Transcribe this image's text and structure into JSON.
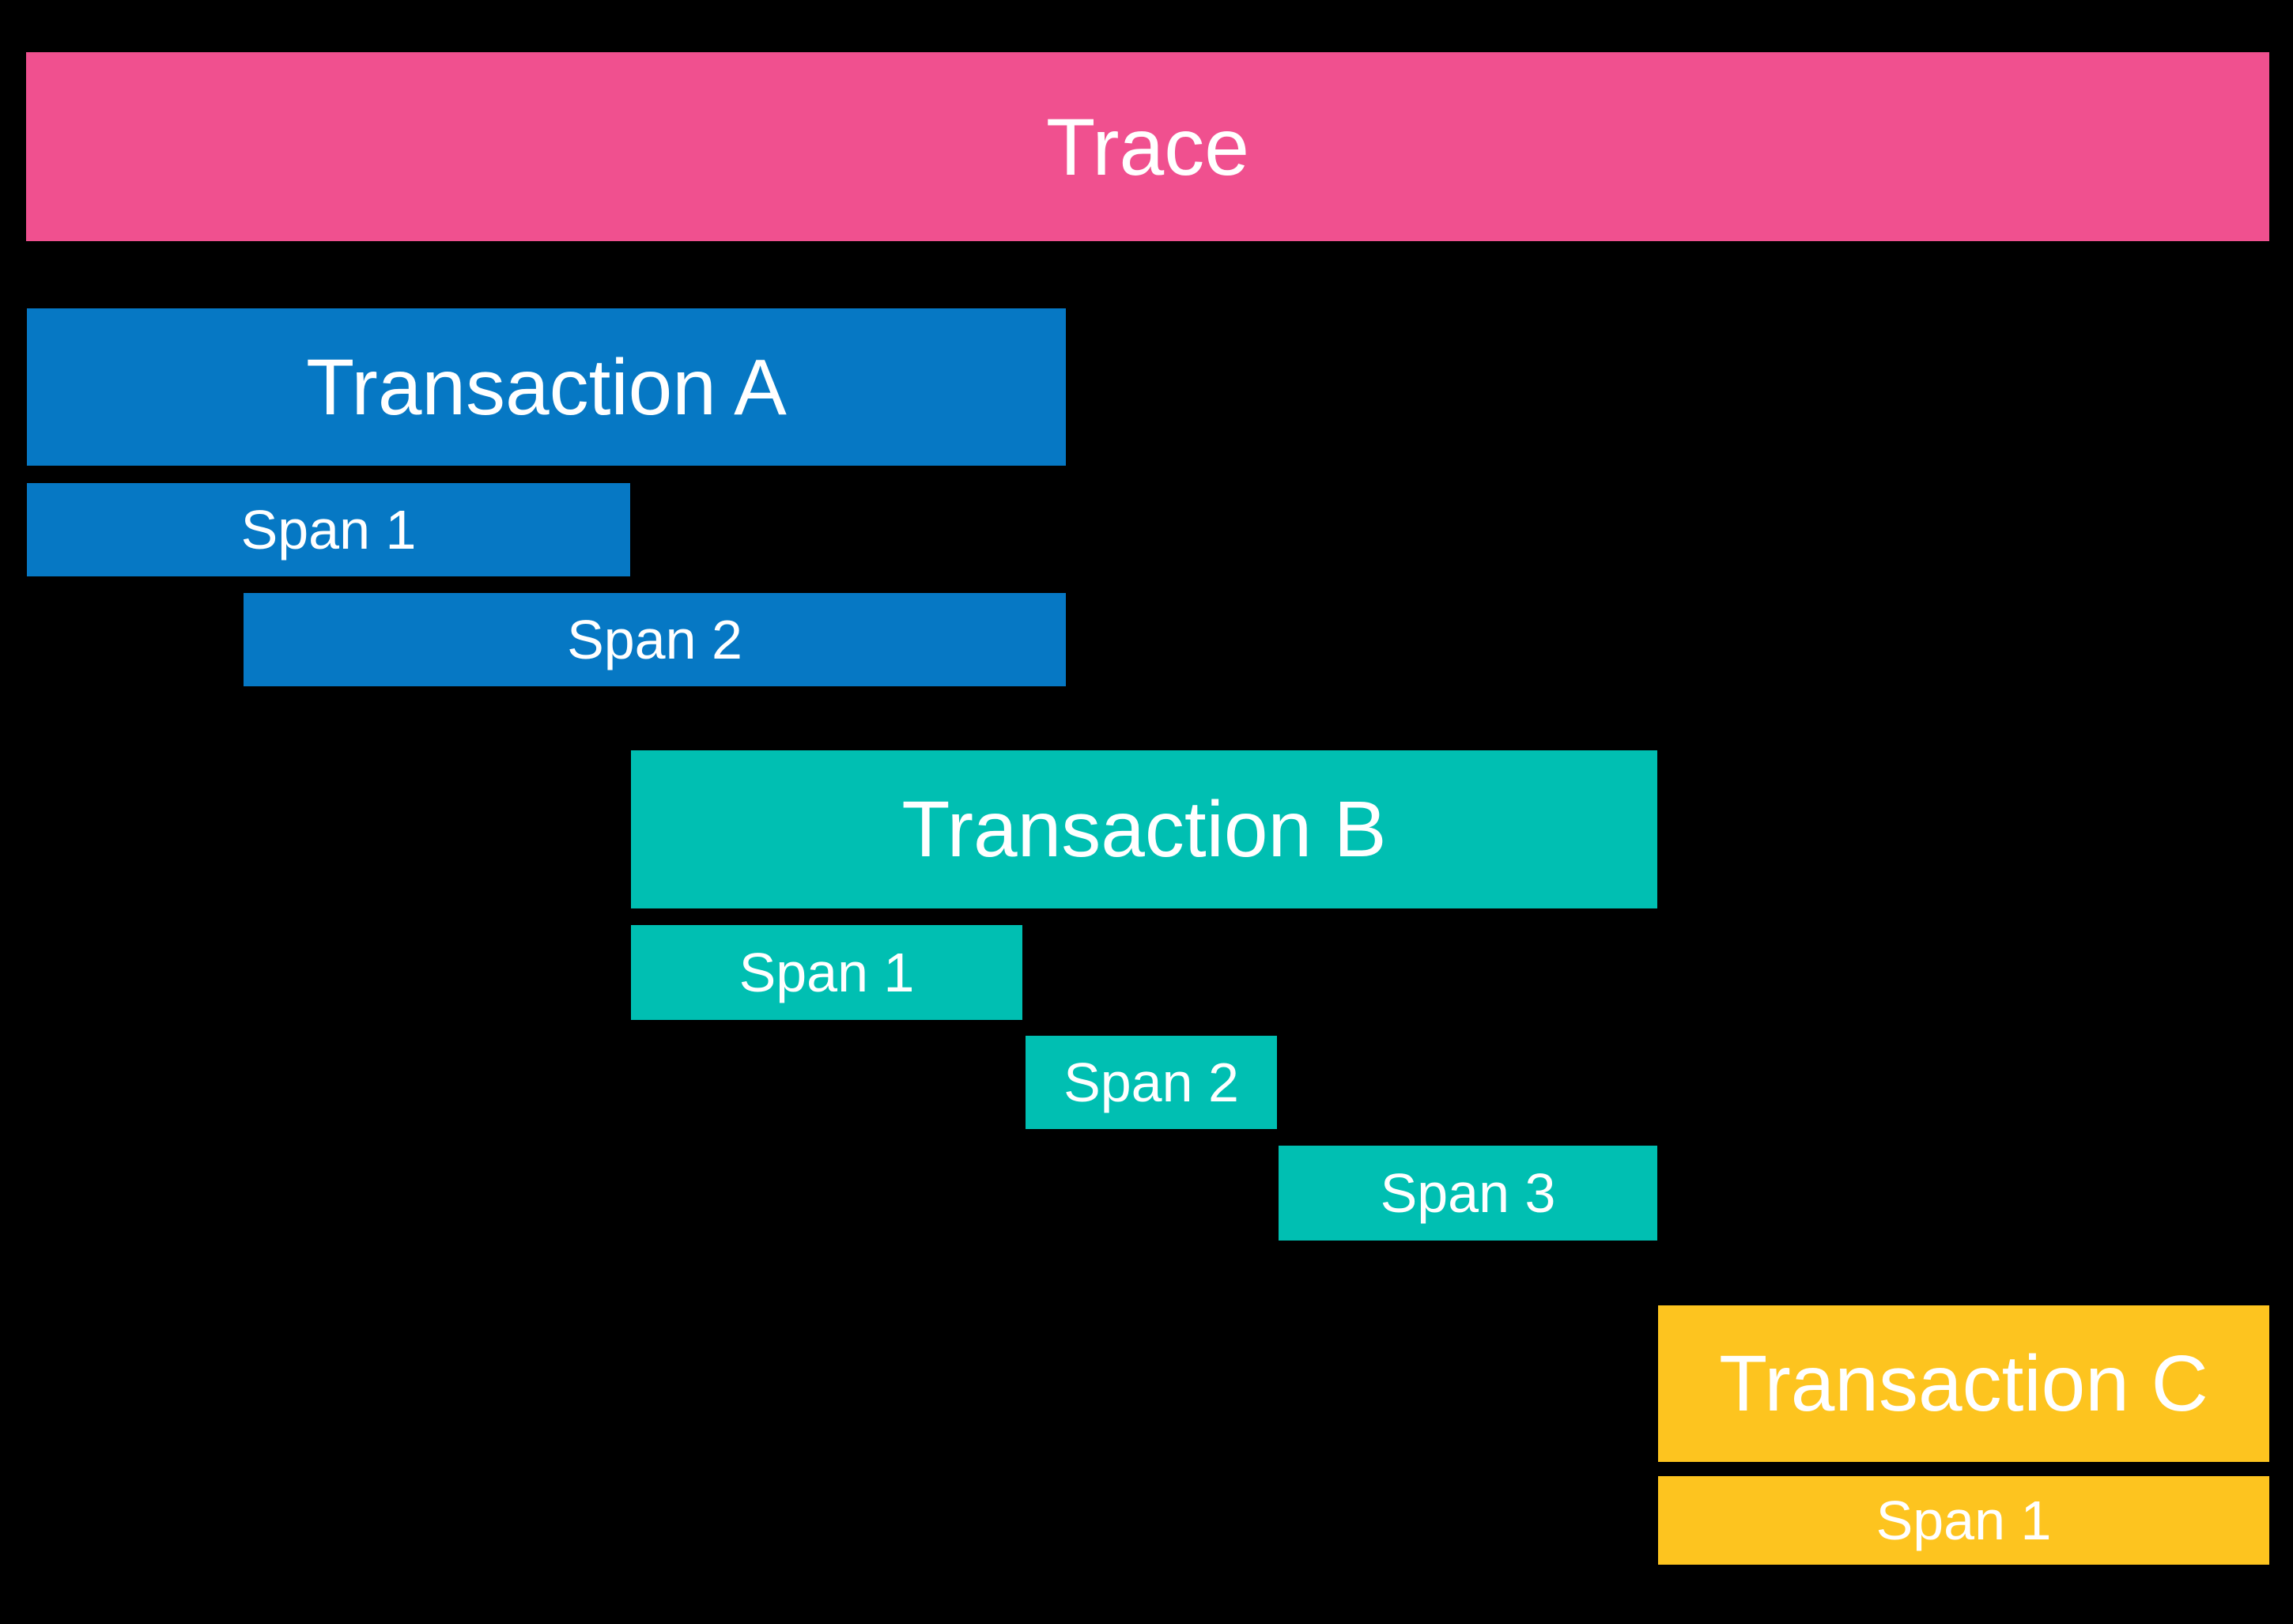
{
  "diagram": {
    "background_color": "#000000",
    "text_color": "#FFFFFF",
    "trace": {
      "label": "Trace",
      "color": "#F0508F"
    },
    "transactions": [
      {
        "label": "Transaction A",
        "color": "#0678C4",
        "spans": [
          {
            "label": "Span 1"
          },
          {
            "label": "Span 2"
          }
        ]
      },
      {
        "label": "Transaction B",
        "color": "#00BFB2",
        "spans": [
          {
            "label": "Span 1"
          },
          {
            "label": "Span 2"
          },
          {
            "label": "Span 3"
          }
        ]
      },
      {
        "label": "Transaction C",
        "color": "#FDC41F",
        "spans": [
          {
            "label": "Span 1"
          }
        ]
      }
    ]
  }
}
